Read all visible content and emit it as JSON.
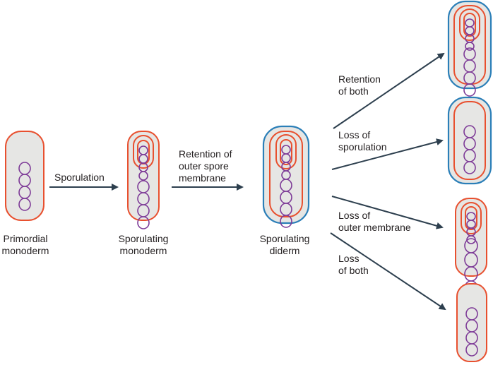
{
  "colors": {
    "cell_fill": "#e6e6e4",
    "inner_membrane": "#e8502f",
    "outer_membrane": "#2b7fb8",
    "dna": "#7d3a97",
    "arrow": "#2d3f4e",
    "text": "#231f20"
  },
  "stages": {
    "primordial": {
      "line1": "Primordial",
      "line2": "monoderm"
    },
    "sporulating_monoderm": {
      "line1": "Sporulating",
      "line2": "monoderm"
    },
    "sporulating_diderm": {
      "line1": "Sporulating",
      "line2": "diderm"
    }
  },
  "transitions": {
    "sporulation": {
      "line1": "Sporulation"
    },
    "retention_outer": {
      "line1": "Retention of",
      "line2": "outer spore",
      "line3": "membrane"
    },
    "retention_both": {
      "line1": "Retention",
      "line2": "of both"
    },
    "loss_sporulation": {
      "line1": "Loss of",
      "line2": "sporulation"
    },
    "loss_outer": {
      "line1": "Loss of",
      "line2": "outer membrane"
    },
    "loss_both": {
      "line1": "Loss",
      "line2": "of both"
    }
  }
}
